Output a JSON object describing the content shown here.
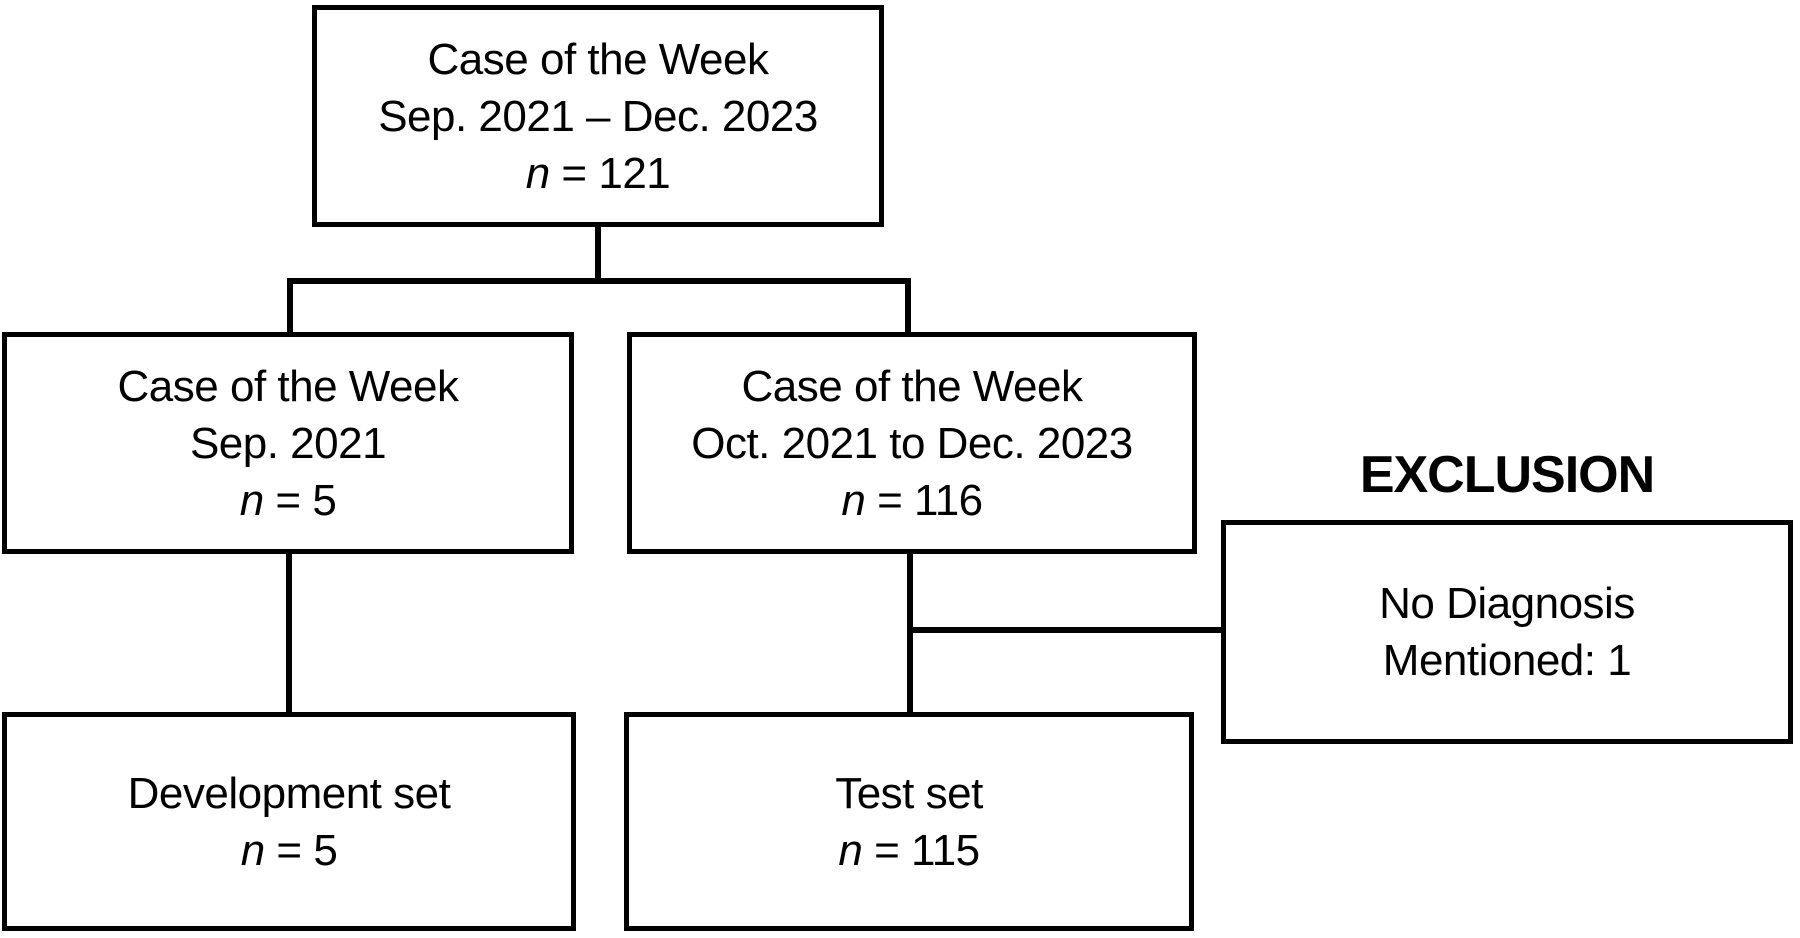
{
  "diagram": {
    "type": "flowchart",
    "exclusion_title": "EXCLUSION",
    "nodes": {
      "source": {
        "line1": "Case of the Week",
        "line2": "Sep. 2021 – Dec. 2023",
        "n_var": "n",
        "n_rest": " = 121"
      },
      "dev_origin": {
        "line1": "Case of the Week",
        "line2": "Sep. 2021",
        "n_var": "n",
        "n_rest": " = 5"
      },
      "test_origin": {
        "line1": "Case of the Week",
        "line2": "Oct. 2021 to Dec. 2023",
        "n_var": "n",
        "n_rest": " = 116"
      },
      "development_set": {
        "line1": "Development set",
        "n_var": "n",
        "n_rest": " = 5"
      },
      "test_set": {
        "line1": "Test set",
        "n_var": "n",
        "n_rest": " = 115"
      },
      "exclusion": {
        "line1": "No Diagnosis",
        "line2": "Mentioned: 1"
      }
    },
    "edges": [
      "source -> dev_origin",
      "source -> test_origin",
      "dev_origin -> development_set",
      "test_origin -> test_set",
      "test_origin -> exclusion"
    ],
    "colors": {
      "background": "#ffffff",
      "line": "#000000",
      "text": "#000000"
    }
  }
}
